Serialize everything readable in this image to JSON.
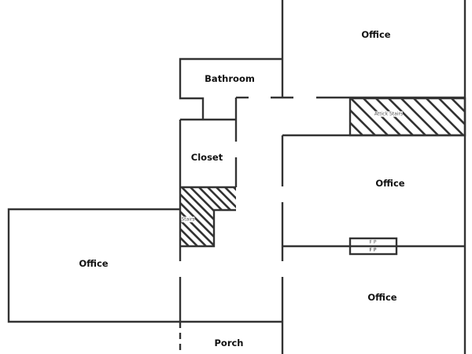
{
  "rooms": {
    "office_top_right": "Office",
    "bathroom": "Bathroom",
    "closet": "Closet",
    "office_middle_right": "Office",
    "office_left": "Office",
    "office_bottom_right": "Office",
    "porch": "Porch"
  },
  "features": {
    "attic_stairs": "Attick Stairs",
    "stairs": "Stairs",
    "fireplace_top": "F    P",
    "fireplace_bottom": "F    P"
  },
  "colors": {
    "wall": "#333333",
    "background": "#ffffff"
  }
}
